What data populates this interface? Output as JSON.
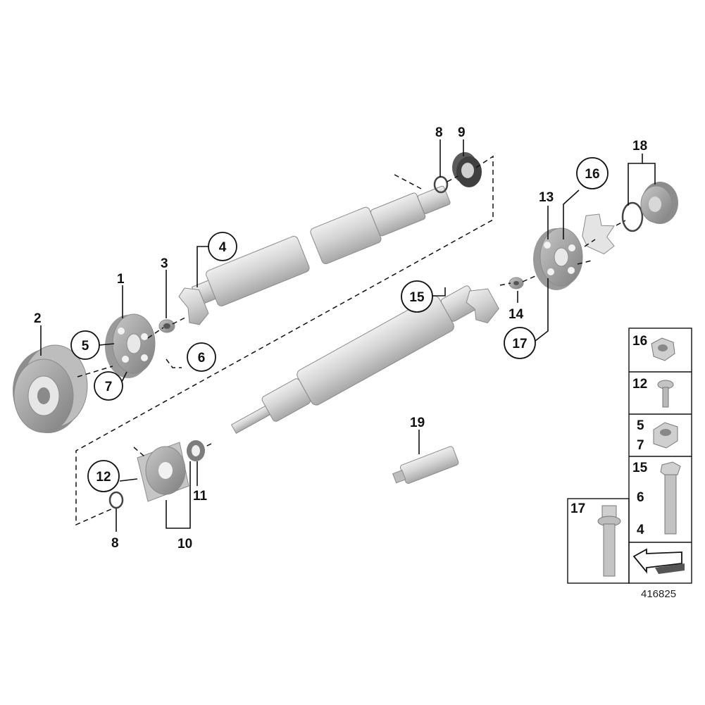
{
  "callouts": {
    "c1": "1",
    "c2": "2",
    "c3": "3",
    "c4": "4",
    "c5": "5",
    "c6": "6",
    "c7": "7",
    "c8a": "8",
    "c8b": "8",
    "c9": "9",
    "c10": "10",
    "c11": "11",
    "c12": "12",
    "c13": "13",
    "c14": "14",
    "c15": "15",
    "c16": "16",
    "c17": "17",
    "c18": "18",
    "c19": "19"
  },
  "legend": {
    "r16": "16",
    "r12": "12",
    "r5": "5",
    "r7": "7",
    "r15": "15",
    "r6": "6",
    "r4": "4",
    "r17": "17"
  },
  "reference": "416825",
  "colors": {
    "part_fill": "#d3d3d3",
    "part_dark": "#9c9c9c",
    "line": "#111111"
  }
}
